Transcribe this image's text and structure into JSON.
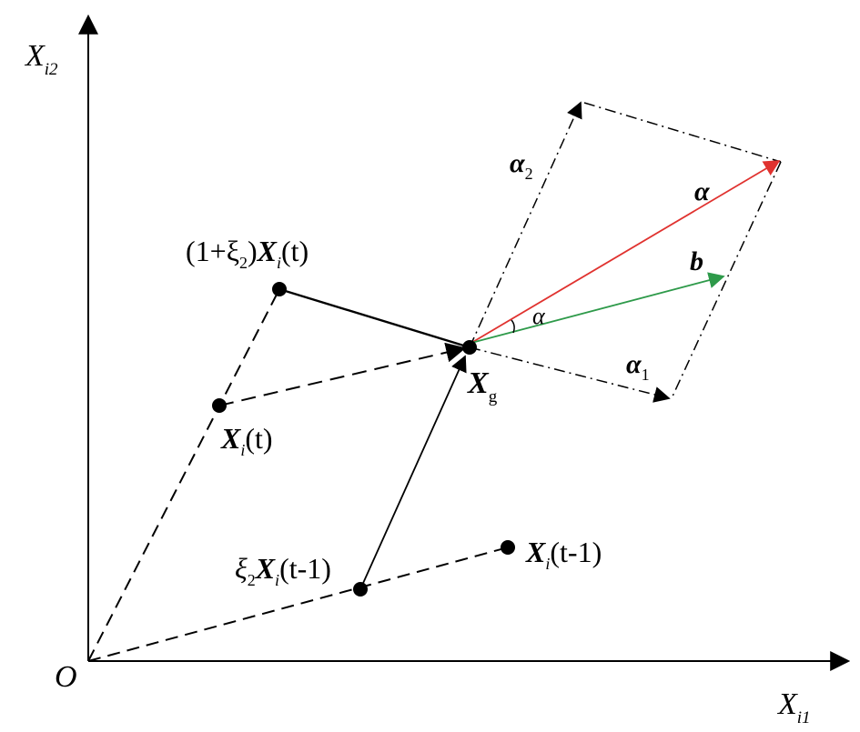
{
  "axes": {
    "y_label_main": "X",
    "y_label_sub": "i2",
    "x_label_main": "X",
    "x_label_sub": "i1",
    "origin": "O"
  },
  "vectors": {
    "alpha": "α",
    "alpha_color": "#e0322f",
    "b": "b",
    "b_color": "#2e9a4a",
    "alpha_1": "α",
    "alpha_1_sub": "1",
    "alpha_2": "α",
    "alpha_2_sub": "2",
    "angle": "α"
  },
  "points": {
    "xg_main": "X",
    "xg_sub": "g",
    "p1_pre": "(1+ξ",
    "p1_sub2": "2",
    "p1_mid": ")",
    "p1_X": "X",
    "p1_i": "i",
    "p1_t": "(t)",
    "p2_X": "X",
    "p2_i": "i",
    "p2_t": "(t)",
    "p3_xi": "ξ",
    "p3_sub2": "2",
    "p3_X": "X",
    "p3_i": "i",
    "p3_args": "(t-1)",
    "p4_X": "X",
    "p4_i": "i",
    "p4_args": "(t-1)"
  }
}
